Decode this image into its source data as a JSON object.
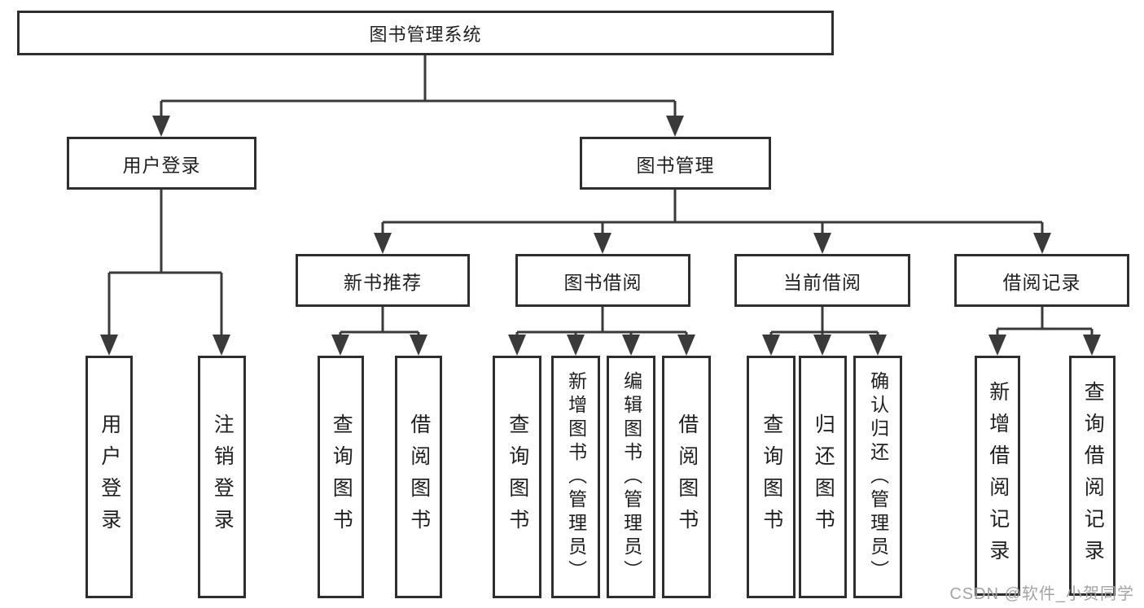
{
  "colors": {
    "line": "#3a3a3a",
    "box_border": "#2e2e2e",
    "text": "#1f1f1f",
    "watermark": "#a3a3a3",
    "background": "#ffffff"
  },
  "watermark": {
    "text": "CSDN @软件_小贺同学"
  },
  "diagram": {
    "type": "hierarchy-tree",
    "root_label": "图书管理系统",
    "nodes": [
      {
        "id": "root",
        "label": "图书管理系统",
        "level": 1,
        "parent": null
      },
      {
        "id": "user-login-module",
        "label": "用户登录",
        "level": 2,
        "parent": "root"
      },
      {
        "id": "book-management",
        "label": "图书管理",
        "level": 2,
        "parent": "root"
      },
      {
        "id": "new-book-recommend",
        "label": "新书推荐",
        "level": 3,
        "parent": "book-management"
      },
      {
        "id": "book-borrow",
        "label": "图书借阅",
        "level": 3,
        "parent": "book-management"
      },
      {
        "id": "current-borrow",
        "label": "当前借阅",
        "level": 3,
        "parent": "book-management"
      },
      {
        "id": "borrow-records",
        "label": "借阅记录",
        "level": 3,
        "parent": "book-management"
      },
      {
        "id": "leaf-user-login",
        "label": "用户登录",
        "level": 4,
        "parent": "user-login-module"
      },
      {
        "id": "leaf-logout",
        "label": "注销登录",
        "level": 4,
        "parent": "user-login-module"
      },
      {
        "id": "leaf-query-book-1",
        "label": "查询图书",
        "level": 4,
        "parent": "new-book-recommend"
      },
      {
        "id": "leaf-borrow-book-1",
        "label": "借阅图书",
        "level": 4,
        "parent": "new-book-recommend"
      },
      {
        "id": "leaf-query-book-2",
        "label": "查询图书",
        "level": 4,
        "parent": "book-borrow"
      },
      {
        "id": "leaf-add-book",
        "label": "新增图书（管理员）",
        "level": 4,
        "parent": "book-borrow"
      },
      {
        "id": "leaf-edit-book",
        "label": "编辑图书（管理员）",
        "level": 4,
        "parent": "book-borrow"
      },
      {
        "id": "leaf-borrow-book-2",
        "label": "借阅图书",
        "level": 4,
        "parent": "book-borrow"
      },
      {
        "id": "leaf-query-book-3",
        "label": "查询图书",
        "level": 4,
        "parent": "current-borrow"
      },
      {
        "id": "leaf-return-book",
        "label": "归还图书",
        "level": 4,
        "parent": "current-borrow"
      },
      {
        "id": "leaf-confirm-return",
        "label": "确认归还（管理员）",
        "level": 4,
        "parent": "current-borrow"
      },
      {
        "id": "leaf-add-borrow-record",
        "label": "新增借阅记录",
        "level": 4,
        "parent": "borrow-records"
      },
      {
        "id": "leaf-query-borrow-record",
        "label": "查询借阅记录",
        "level": 4,
        "parent": "borrow-records"
      }
    ]
  }
}
